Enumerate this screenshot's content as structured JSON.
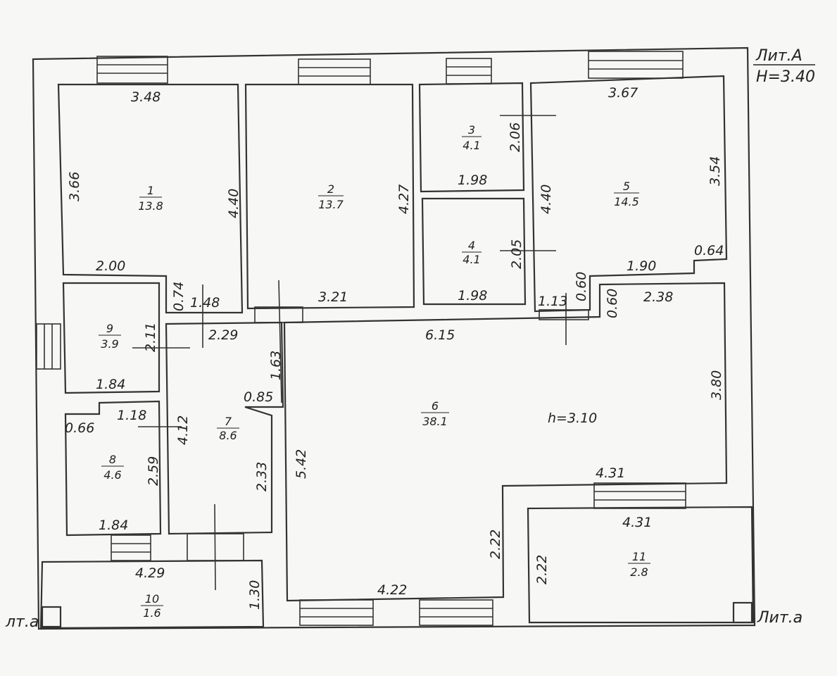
{
  "header": {
    "lit": "Лит.А",
    "height": "H=3.40"
  },
  "corner_labels": {
    "left": "лт.а",
    "right": "Лит.а"
  },
  "ceiling_note": "h=3.10",
  "rooms": [
    {
      "num": "1",
      "area": "13.8"
    },
    {
      "num": "2",
      "area": "13.7"
    },
    {
      "num": "3",
      "area": "4.1"
    },
    {
      "num": "4",
      "area": "4.1"
    },
    {
      "num": "5",
      "area": "14.5"
    },
    {
      "num": "6",
      "area": "38.1"
    },
    {
      "num": "7",
      "area": "8.6"
    },
    {
      "num": "8",
      "area": "4.6"
    },
    {
      "num": "9",
      "area": "3.9"
    },
    {
      "num": "10",
      "area": "1.6"
    },
    {
      "num": "11",
      "area": "2.8"
    }
  ],
  "dims": {
    "r1_top": "3.48",
    "r1_left": "3.66",
    "r1_right": "4.40",
    "r1_bottom": "2.00",
    "r1_nib": "0.74",
    "r1_nib2": "1.48",
    "r2_right": "4.27",
    "r2_bottom": "3.21",
    "r3_side": "2.06",
    "r3_bottom": "1.98",
    "r4_side": "2.05",
    "r4_bottom": "1.98",
    "r5_top": "3.67",
    "r5_right": "3.54",
    "r5_left": "4.40",
    "r5_bottom": "1.90",
    "r5_step": "0.64",
    "r5_nib_a": "1.13",
    "r5_nib_b": "0.60",
    "r6_nib_c": "0.60",
    "r6_top_right": "2.38",
    "r6_top": "6.15",
    "r6_right": "3.80",
    "r6_step": "4.31",
    "r6_left": "5.42",
    "r6_step_v": "2.22",
    "r6_bottom": "4.22",
    "r6_inner": "1.63",
    "r6_inner2": "0.85",
    "r7_top": "2.29",
    "r7_side": "4.12",
    "r7_right": "2.33",
    "r9_side": "2.11",
    "r9_bottom": "1.84",
    "r8_top": "1.18",
    "r8_nib": "0.66",
    "r8_side": "2.59",
    "r8_bottom": "1.84",
    "r10_top": "4.29",
    "r10_side": "1.30",
    "r11_top": "4.31",
    "r11_side": "2.22"
  }
}
